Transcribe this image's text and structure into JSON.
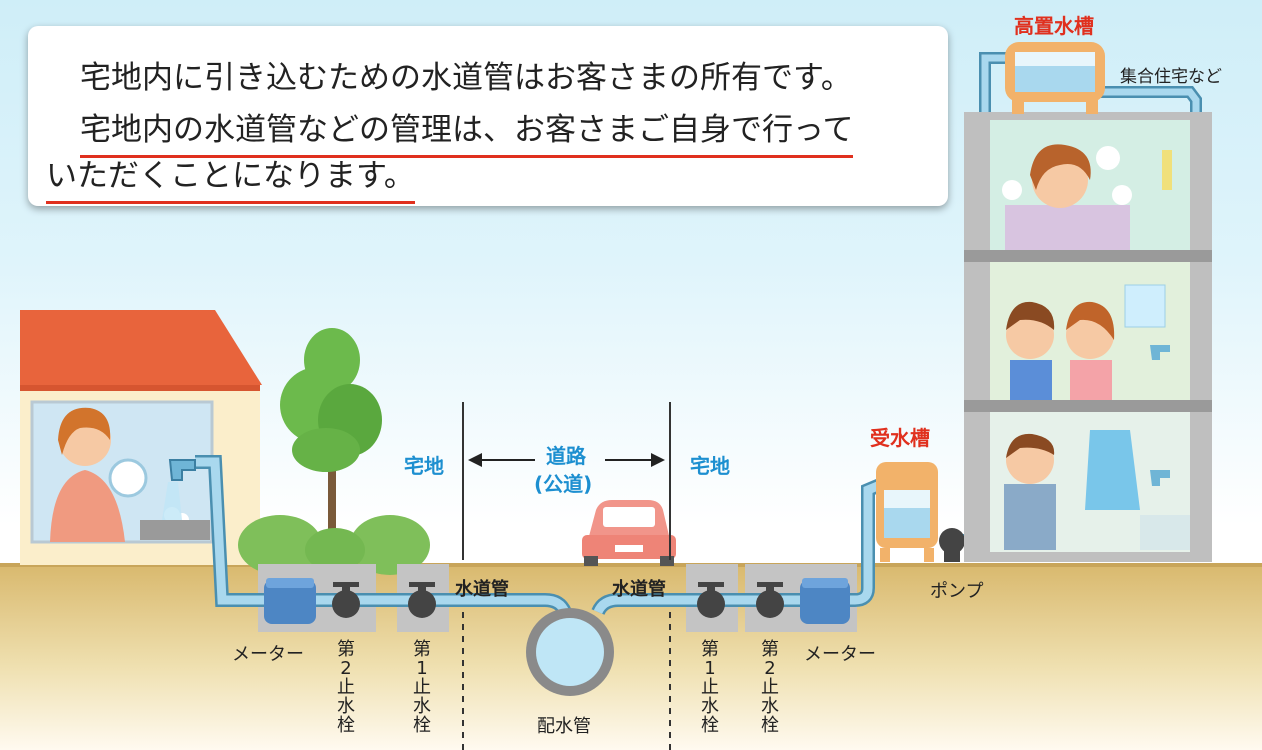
{
  "callout": {
    "line1": "宅地内に引き込むための水道管はお客さまの所有です。",
    "line2": "宅地内の水道管などの管理は、お客さまご自身で行って",
    "line3": "いただくことになります。"
  },
  "labels": {
    "elevated_tank": "高置水槽",
    "apartment": "集合住宅など",
    "receiving_tank": "受水槽",
    "pump": "ポンプ",
    "lot_left": "宅地",
    "lot_right": "宅地",
    "road": "道路",
    "public_road": "(公道)",
    "pipe_left": "水道管",
    "pipe_right": "水道管",
    "meter_left": "メーター",
    "meter_right": "メーター",
    "main_pipe": "配水管",
    "valve2_left": "第2止水栓",
    "valve1_left": "第1止水栓",
    "valve1_right": "第1止水栓",
    "valve2_right": "第2止水栓"
  },
  "colors": {
    "pipe": "#a9d8ee",
    "pipe_edge": "#4a8fb0",
    "soil": "#dfc07a",
    "accent_red": "#e0301e",
    "accent_blue": "#1d8fd0"
  }
}
